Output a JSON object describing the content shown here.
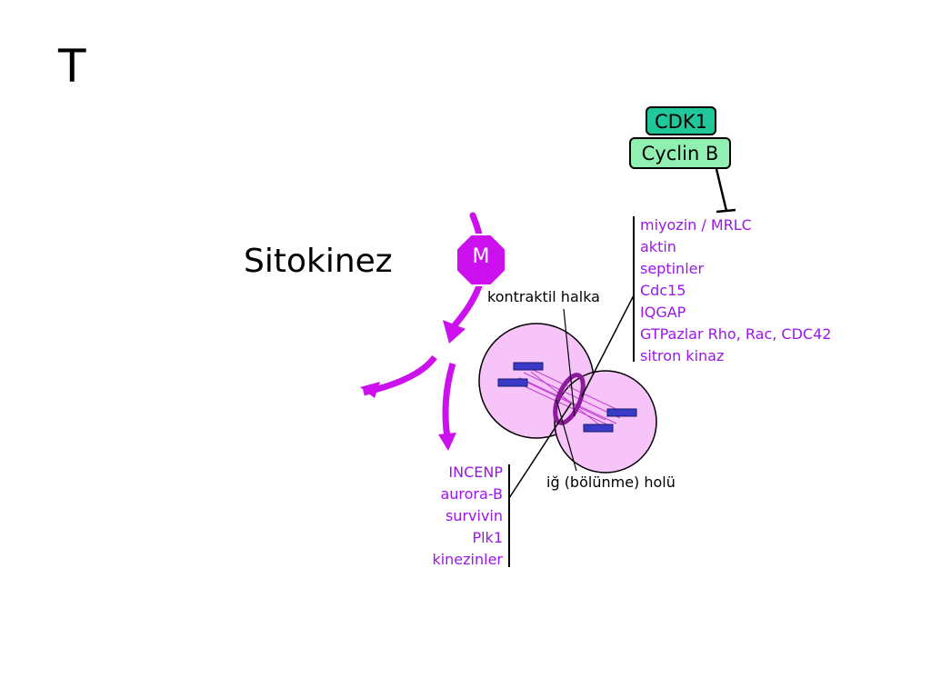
{
  "slide_letter": "T",
  "process_title": "Sitokinez",
  "phase_label": "M",
  "complex": {
    "cdk": "CDK1",
    "cyclin": "Cyclin B"
  },
  "labels": {
    "contractile_ring": "kontraktil halka",
    "midbody": "iğ (bölünme) holü"
  },
  "ring_components": [
    "miyozin / MRLC",
    "aktin",
    "septinler",
    "Cdc15",
    "IQGAP",
    "GTPazlar Rho, Rac, CDC42",
    "sitron kinaz"
  ],
  "midbody_components": [
    "INCENP",
    "aurora-B",
    "survivin",
    "Plk1",
    "kinezinler"
  ],
  "colors": {
    "magenta": "#cc10ee",
    "list_text": "#9b17e8",
    "cell_fill": "#f6c4f8",
    "ring": "#8b1a9c",
    "chromosome": "#3a3ac8",
    "cdk1": "#1fc79a",
    "cyclin": "#90f0b2"
  }
}
